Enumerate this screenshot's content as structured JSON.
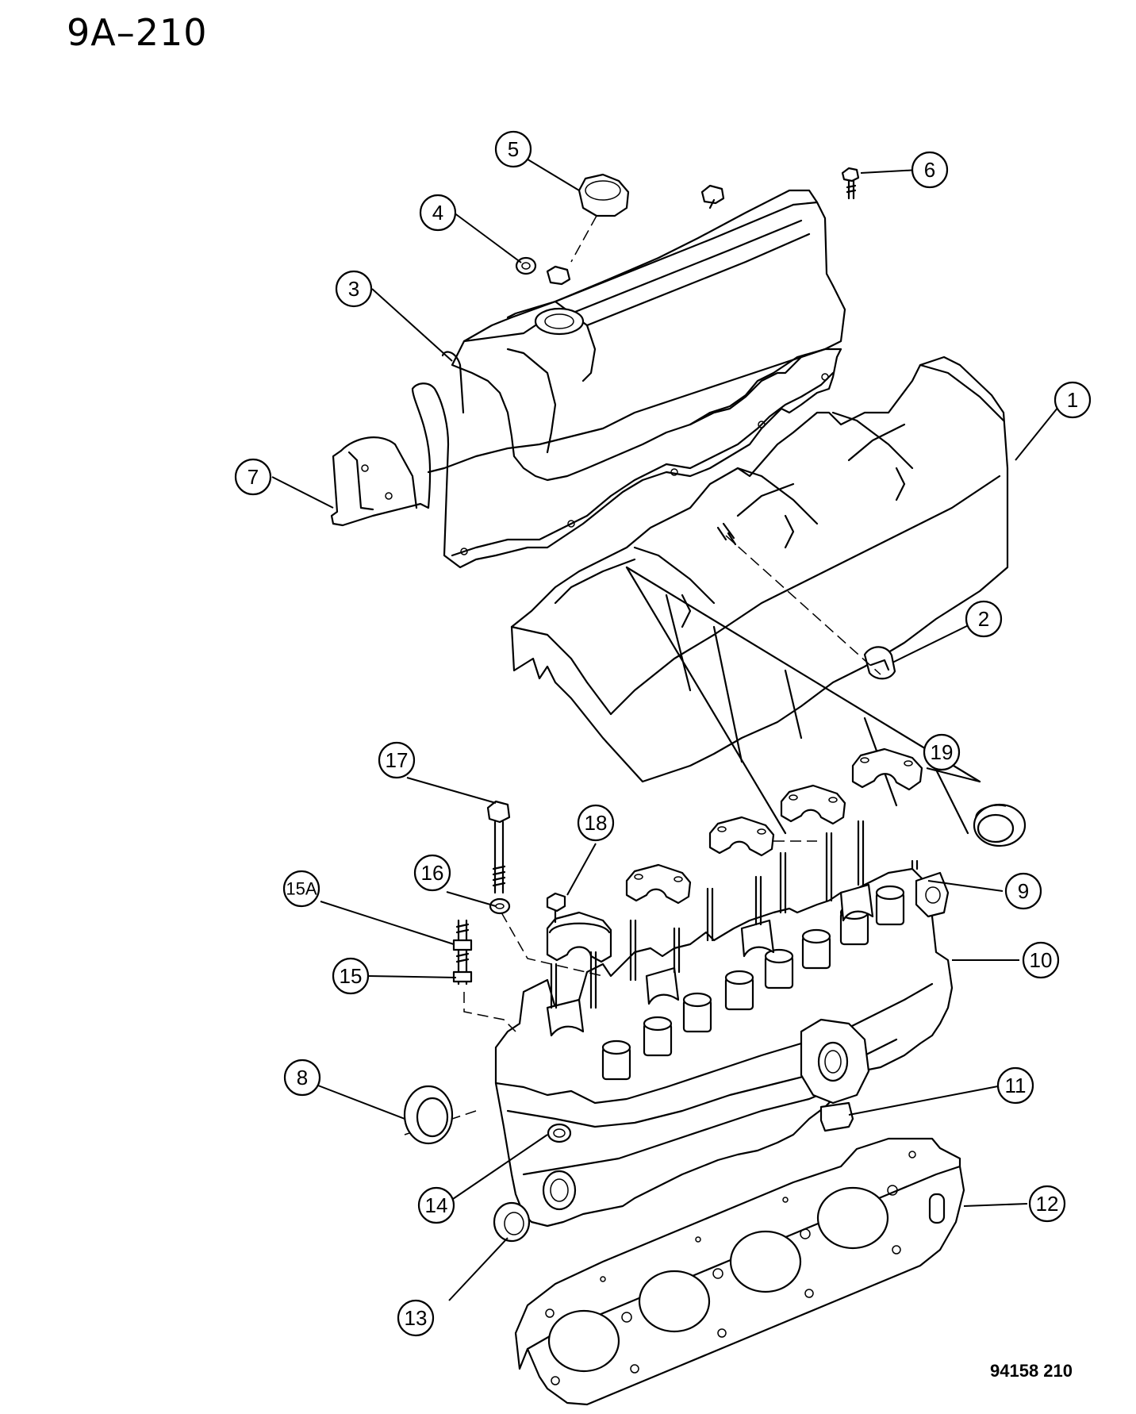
{
  "page_code": "9A–210",
  "figure_id": "94158 210",
  "callouts": [
    {
      "key": "c1",
      "label": "1"
    },
    {
      "key": "c2",
      "label": "2"
    },
    {
      "key": "c3",
      "label": "3"
    },
    {
      "key": "c4",
      "label": "4"
    },
    {
      "key": "c5",
      "label": "5"
    },
    {
      "key": "c6",
      "label": "6"
    },
    {
      "key": "c7",
      "label": "7"
    },
    {
      "key": "c8",
      "label": "8"
    },
    {
      "key": "c9",
      "label": "9"
    },
    {
      "key": "c10",
      "label": "10"
    },
    {
      "key": "c11",
      "label": "11"
    },
    {
      "key": "c12",
      "label": "12"
    },
    {
      "key": "c13",
      "label": "13"
    },
    {
      "key": "c14",
      "label": "14"
    },
    {
      "key": "c15",
      "label": "15"
    },
    {
      "key": "c15a",
      "label": "15A"
    },
    {
      "key": "c16",
      "label": "16"
    },
    {
      "key": "c17",
      "label": "17"
    },
    {
      "key": "c18",
      "label": "18"
    },
    {
      "key": "c19",
      "label": "19"
    }
  ]
}
